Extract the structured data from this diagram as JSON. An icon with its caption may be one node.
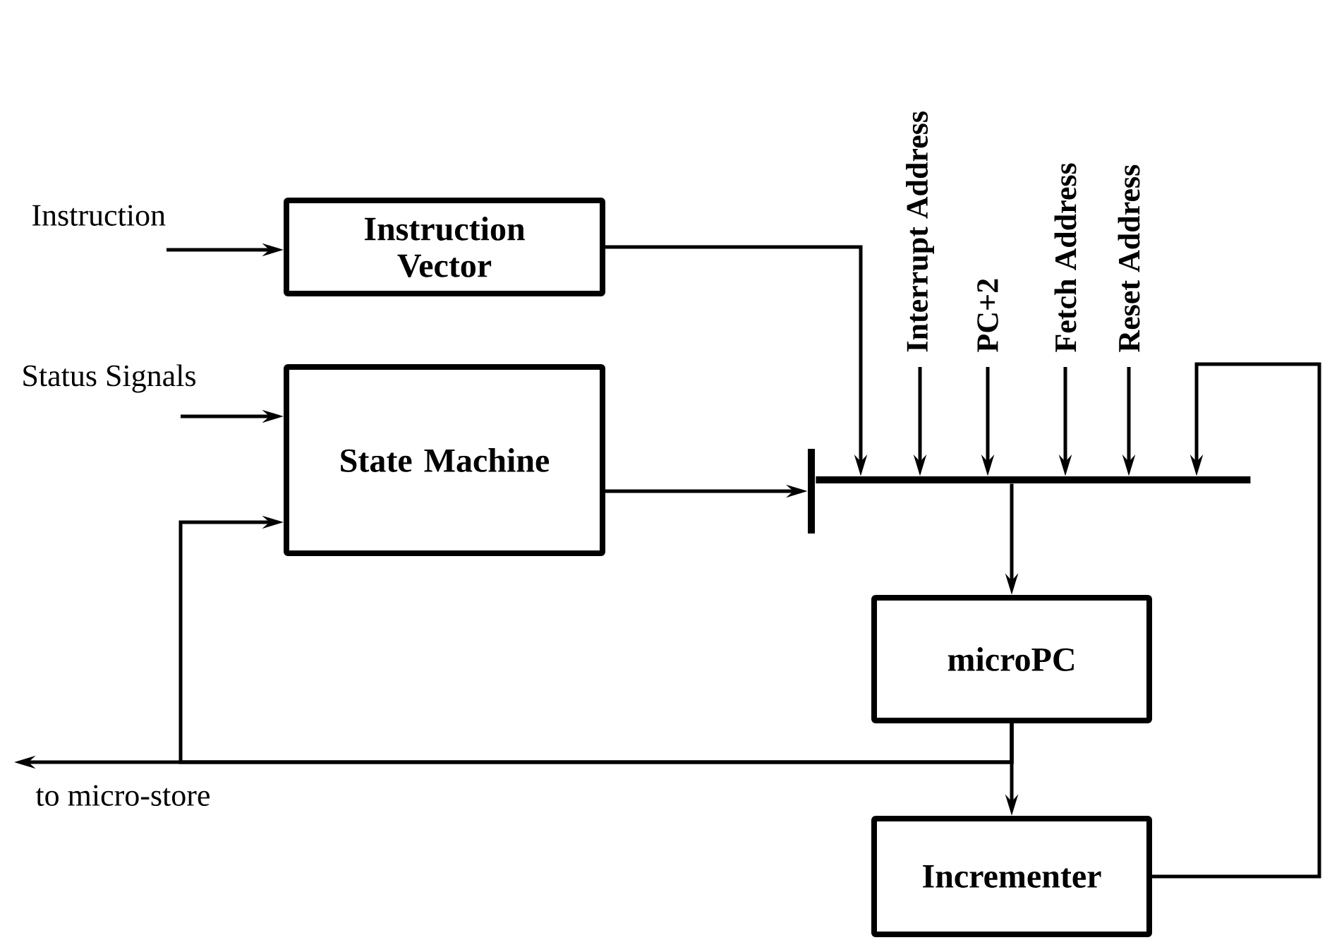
{
  "diagram": {
    "nodes": [
      {
        "text": [
          "Instruction Vector"
        ]
      },
      {
        "text": [
          "State Machine"
        ]
      },
      {
        "text": [
          "microPC"
        ]
      },
      {
        "text": [
          "Incrementer"
        ]
      },
      {
        "text": [
          "Instruction"
        ]
      },
      {
        "text": [
          "Status Signals"
        ]
      },
      {
        "text": [
          "Interrupt Address"
        ]
      },
      {
        "text": [
          "PC+2"
        ]
      },
      {
        "text": [
          "Fetch Address"
        ]
      },
      {
        "text": [
          "Reset Address"
        ]
      },
      {
        "text": [
          "to micro-store"
        ]
      },
      {
        "text": [],
        "shape": "bar"
      },
      {
        "text": [],
        "shape": "bar"
      }
    ],
    "edges": [
      {
        "from": 4,
        "to": 0,
        "arrow": "to"
      },
      {
        "from": 5,
        "to": 1,
        "arrow": "to"
      },
      {
        "from": 0,
        "to": 12,
        "arrow": "to"
      },
      {
        "from": 1,
        "to": 11,
        "arrow": "to"
      },
      {
        "from": 6,
        "to": 12,
        "arrow": "to"
      },
      {
        "from": 7,
        "to": 12,
        "arrow": "to"
      },
      {
        "from": 8,
        "to": 12,
        "arrow": "to"
      },
      {
        "from": 9,
        "to": 12,
        "arrow": "to"
      },
      {
        "from": 3,
        "to": 12,
        "arrow": "to"
      },
      {
        "from": 12,
        "to": 2,
        "arrow": "to"
      },
      {
        "from": 2,
        "to": 3,
        "arrow": "to"
      },
      {
        "from": 2,
        "to": 10,
        "arrow": "to"
      },
      {
        "from": 2,
        "to": 1,
        "arrow": "to"
      }
    ]
  }
}
